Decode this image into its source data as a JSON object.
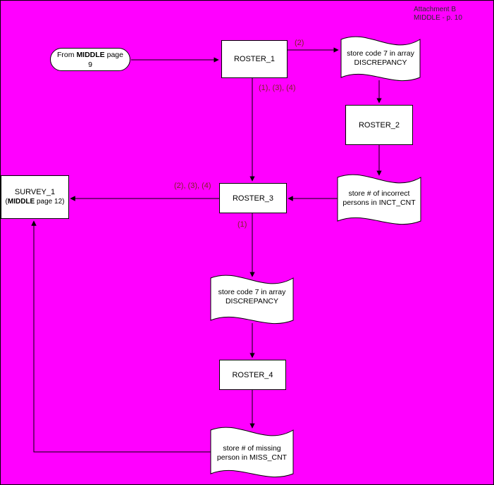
{
  "page": {
    "header": {
      "line1": "Attachment B",
      "line2": "MIDDLE - p. 10"
    }
  },
  "nodes": {
    "start": {
      "pre": "From ",
      "bold": "MIDDLE",
      "post": " page 9"
    },
    "roster1": {
      "label": "ROSTER_1"
    },
    "tape_discrepancy_top": {
      "line1": "store code 7 in array",
      "line2": "DISCREPANCY"
    },
    "roster2": {
      "label": "ROSTER_2"
    },
    "tape_inct": {
      "line1": "store # of incorrect",
      "line2": "persons in INCT_CNT"
    },
    "roster3": {
      "label": "ROSTER_3"
    },
    "survey1": {
      "line1": "SURVEY_1",
      "pre": "(",
      "bold": "MIDDLE",
      "post": " page 12)"
    },
    "tape_discrepancy_mid": {
      "line1": "store code 7 in array",
      "line2": "DISCREPANCY"
    },
    "roster4": {
      "label": "ROSTER_4"
    },
    "tape_miss": {
      "line1": "store # of missing",
      "line2": "person in MISS_CNT"
    }
  },
  "edge_labels": {
    "roster1_tape": "(2)",
    "roster1_roster3": "(1), (3), (4)",
    "roster3_survey1": "(2), (3), (4)",
    "roster3_tape": "(1)"
  },
  "colors": {
    "background": "#FF00FF",
    "shape_fill": "#FFFFFF",
    "line": "#000000",
    "edge_label": "#7B2424"
  }
}
